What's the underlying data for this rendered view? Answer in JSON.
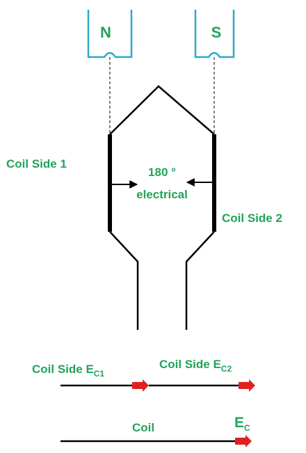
{
  "poles": {
    "north_label": "N",
    "south_label": "S",
    "outline_color": "#2aa9c9"
  },
  "coil": {
    "side1_label": "Coil Side 1",
    "side2_label": "Coil Side 2",
    "angle_value": "180 °",
    "angle_unit": "electrical",
    "line_color": "#000000"
  },
  "vectors": {
    "ec1_text": "Coil Side E",
    "ec1_sub": "C1",
    "ec2_text": "Coil Side E",
    "ec2_sub": "C2",
    "coil_text": "Coil",
    "ec_text": "E",
    "ec_sub": "C",
    "arrow_color": "#e02020"
  },
  "label_color": "#22a35a"
}
